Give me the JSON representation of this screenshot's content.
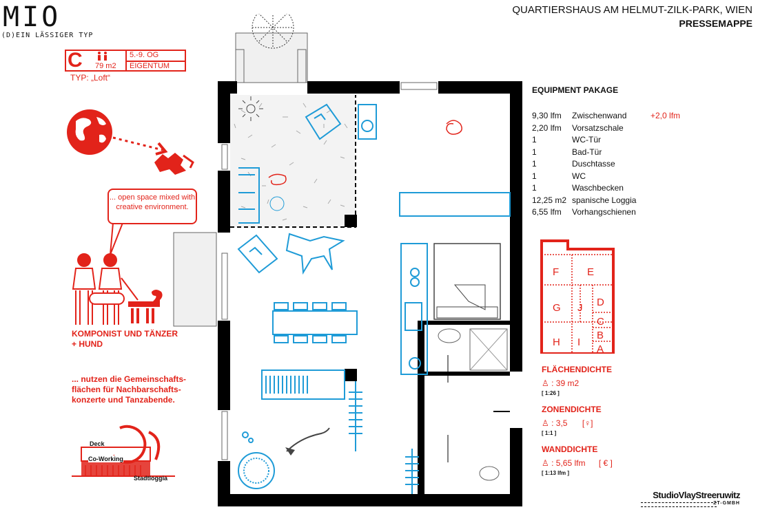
{
  "brand": {
    "name": "MIO",
    "tagline": "(D)EIN LÄSSIGER TYP"
  },
  "type_box": {
    "letter": "C",
    "area": "79 m2",
    "floors": "5.-9. OG",
    "ownership": "EIGENTUM",
    "type_label": "TYP: „Loft“"
  },
  "header": {
    "title": "QUARTIERSHAUS AM HELMUT-ZILK-PARK, WIEN",
    "subtitle": "PRESSEMAPPE"
  },
  "equipment": {
    "title": "EQUIPMENT PAKAGE",
    "items": [
      {
        "qty": "9,30 lfm",
        "label": "Zwischenwand",
        "extra": "+2,0 lfm"
      },
      {
        "qty": "2,20 lfm",
        "label": "Vorsatzschale",
        "extra": ""
      },
      {
        "qty": "1",
        "label": "WC-Tür",
        "extra": ""
      },
      {
        "qty": "1",
        "label": "Bad-Tür",
        "extra": ""
      },
      {
        "qty": "1",
        "label": "Duschtasse",
        "extra": ""
      },
      {
        "qty": "1",
        "label": "WC",
        "extra": ""
      },
      {
        "qty": "1",
        "label": "Waschbecken",
        "extra": ""
      },
      {
        "qty": "12,25 m2",
        "label": "spanische Loggia",
        "extra": ""
      },
      {
        "qty": "6,55 lfm",
        "label": "Vorhangschienen",
        "extra": ""
      }
    ]
  },
  "bubble_text": "... open space mixed with creative environment.",
  "persons": {
    "line1": "KOMPONIST UND TÄNZER",
    "line2": "+ HUND"
  },
  "description": {
    "line1": "... nutzen die Gemeinschafts-",
    "line2": "flächen für Nachbarschafts-",
    "line3": "konzerte und Tanzabende."
  },
  "mini_diagram": {
    "deck": "Deck",
    "coworking": "Co-Working",
    "stadtloggia": "Stadtloggia"
  },
  "zone_grid": {
    "letters": [
      "F",
      "E",
      "G",
      "J",
      "D",
      "C",
      "H",
      "I",
      "B",
      "A"
    ]
  },
  "density": {
    "flaechen": {
      "title": "FLÄCHENDICHTE",
      "value": ": 39 m2",
      "ratio": "[ 1:26 ]"
    },
    "zonen": {
      "title": "ZONENDICHTE",
      "value": ": 3,5",
      "symbol": "[♀]",
      "ratio": "[ 1:1 ]"
    },
    "wand": {
      "title": "WANDDICHTE",
      "value": ": 5,65 lfm",
      "symbol": "[ € ]",
      "ratio": "[ 1:13 lfm ]"
    }
  },
  "footer": {
    "studio": "StudioVlayStreeruwitz",
    "suffix": "ZT-GMBH"
  },
  "colors": {
    "accent": "#e2231a",
    "furniture": "#1e9bd7",
    "wall": "#000000"
  }
}
